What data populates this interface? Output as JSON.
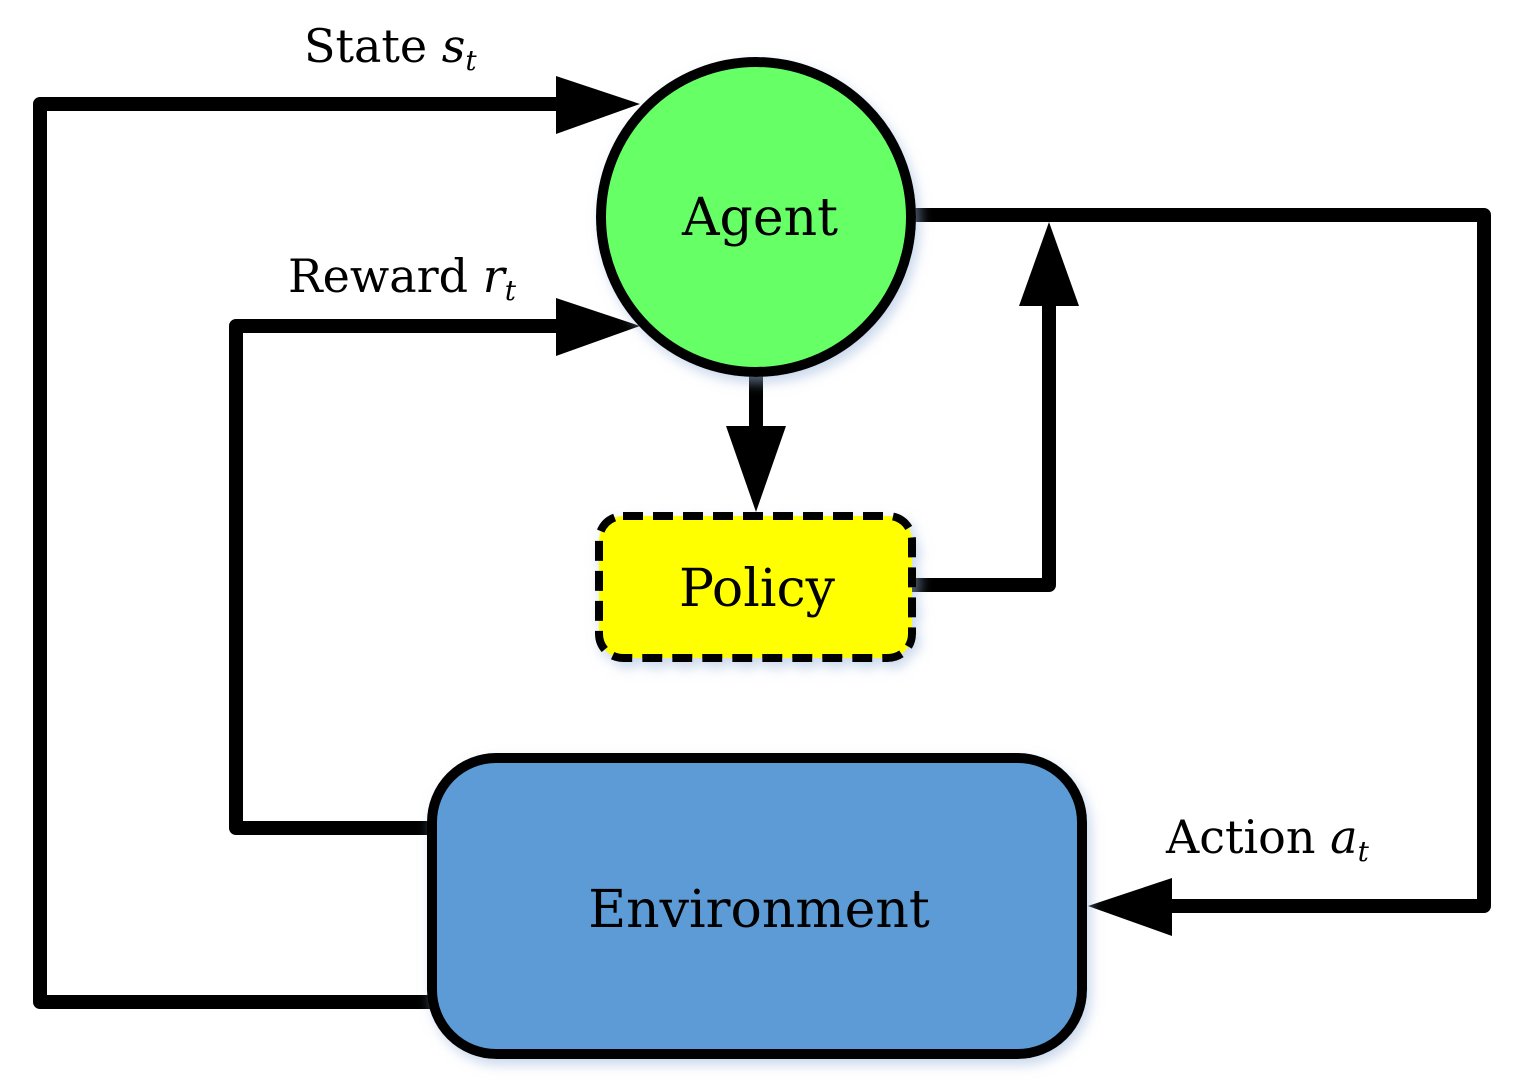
{
  "nodes": {
    "agent": {
      "label": "Agent",
      "fill": "#66ff66"
    },
    "policy": {
      "label": "Policy",
      "fill": "#ffff00"
    },
    "environment": {
      "label": "Environment",
      "fill": "#5b9bd5"
    }
  },
  "edges": {
    "state": {
      "text": "State ",
      "var": "s",
      "sub": "t"
    },
    "reward": {
      "text": "Reward ",
      "var": "r",
      "sub": "t"
    },
    "action": {
      "text": "Action ",
      "var": "a",
      "sub": "t"
    }
  },
  "colors": {
    "stroke": "#000000",
    "shadow": "#c9d9ef"
  }
}
